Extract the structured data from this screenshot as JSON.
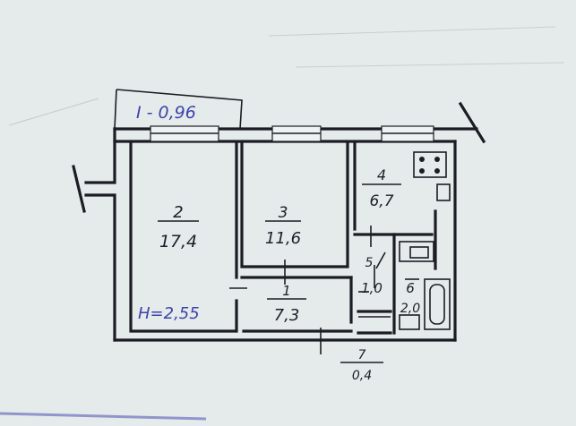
{
  "balcony": {
    "label": "I - 0,96"
  },
  "rooms": [
    {
      "number": "2",
      "area": "17,4"
    },
    {
      "number": "3",
      "area": "11,6"
    },
    {
      "number": "4",
      "area": "6,7"
    },
    {
      "number": "1",
      "area": "7,3"
    },
    {
      "number": "5",
      "area": "1,0"
    },
    {
      "number": "6",
      "area": "2,0"
    },
    {
      "number": "7",
      "area": "0,4"
    }
  ],
  "height_note": "H=2,55",
  "colors": {
    "ink": "#1c1c24",
    "blue_ink": "#3d43a8",
    "paper": "#e9eeee"
  }
}
